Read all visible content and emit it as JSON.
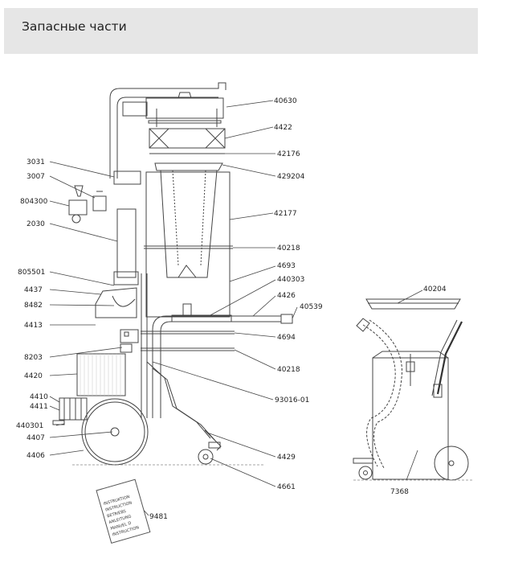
{
  "header": {
    "title": "Запасные части"
  },
  "parts": {
    "p40630": "40630",
    "p4422": "4422",
    "p42176": "42176",
    "p429204": "429204",
    "p42177": "42177",
    "p40218a": "40218",
    "p4693": "4693",
    "p440303": "440303",
    "p4426": "4426",
    "p40539": "40539",
    "p4694": "4694",
    "p40218b": "40218",
    "p93016": "93016-01",
    "p4429": "4429",
    "p4661": "4661",
    "p3031": "3031",
    "p3007": "3007",
    "p804300": "804300",
    "p2030": "2030",
    "p805501": "805501",
    "p4437": "4437",
    "p8482": "8482",
    "p4413": "4413",
    "p8203": "8203",
    "p4420": "4420",
    "p4410": "4410",
    "p4411": "4411",
    "p440301": "440301",
    "p4407": "4407",
    "p4406": "4406",
    "p9481": "9481",
    "p40204": "40204",
    "p7368": "7368"
  },
  "booklet": {
    "line1": "INSTRUKTION",
    "line2": "INSTRUCTION",
    "line3": "BETRIEBS",
    "line4": "ANLEITUNG",
    "line5": "MANUEL D",
    "line6": "INSTRUCTION"
  }
}
